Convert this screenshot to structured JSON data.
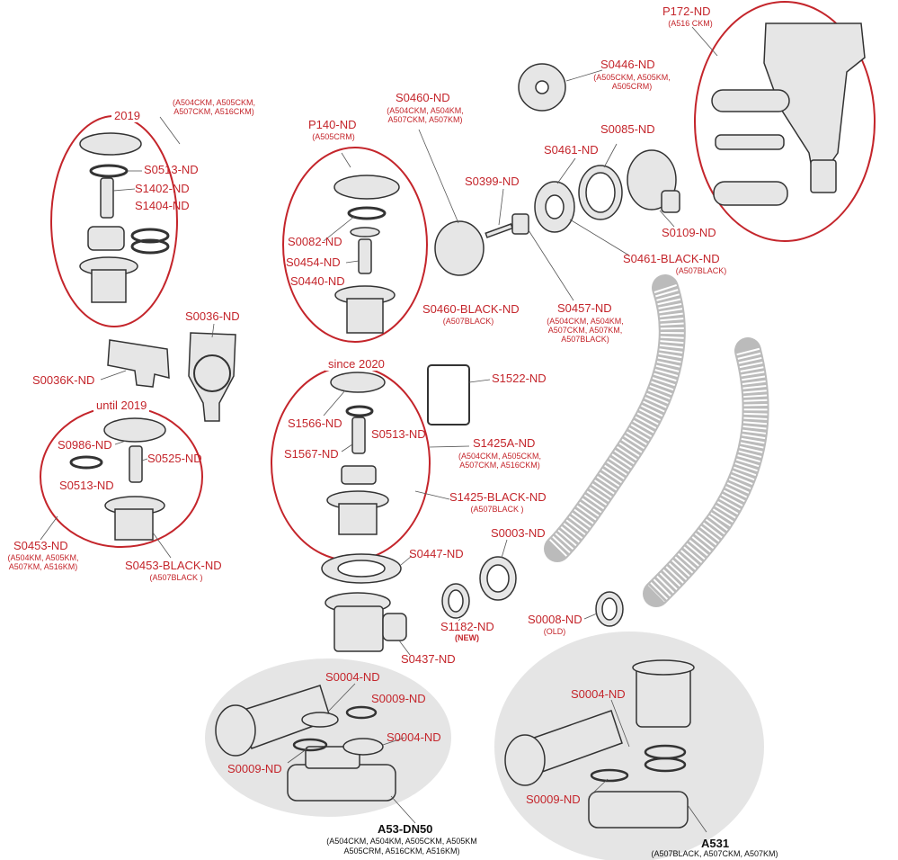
{
  "groups": {
    "g2019": "2019",
    "since2020": "since 2020",
    "until2019": "until 2019"
  },
  "parts": {
    "p172": {
      "code": "P172-ND",
      "note": "(A516 CKM)"
    },
    "s0446": {
      "code": "S0446-ND",
      "note": "(A505CKM, A505KM,\nA505CRM)"
    },
    "s0460": {
      "code": "S0460-ND",
      "note": "(A504CKM, A504KM,\nA507CKM, A507KM)"
    },
    "g2019note": "(A504CKM, A505CKM,\nA507CKM, A516CKM)",
    "p140": {
      "code": "P140-ND",
      "note": "(A505CRM)"
    },
    "s0085": "S0085-ND",
    "s0461": "S0461-ND",
    "s0399": "S0399-ND",
    "s0513a": "S0513-ND",
    "s1402": "S1402-ND",
    "s1404": "S1404-ND",
    "s0109": "S0109-ND",
    "s0082": "S0082-ND",
    "s0461b": {
      "code": "S0461-BLACK-ND",
      "note": "(A507BLACK)"
    },
    "s0454": "S0454-ND",
    "s0440": "S0440-ND",
    "s0460b": {
      "code": "S0460-BLACK-ND",
      "note": "(A507BLACK)"
    },
    "s0457": {
      "code": "S0457-ND",
      "note": "(A504CKM, A504KM,\nA507CKM, A507KM,\nA507BLACK)"
    },
    "s0036": "S0036-ND",
    "s0036k": "S0036K-ND",
    "s1522": "S1522-ND",
    "s1566": "S1566-ND",
    "s0513b": "S0513-ND",
    "s0986": "S0986-ND",
    "s0525": "S0525-ND",
    "s1567": "S1567-ND",
    "s1425a": {
      "code": "S1425A-ND",
      "note": "(A504CKM, A505CKM,\nA507CKM, A516CKM)"
    },
    "s0513c": "S0513-ND",
    "s1425b": {
      "code": "S1425-BLACK-ND",
      "note": "(A507BLACK )"
    },
    "s0453": {
      "code": "S0453-ND",
      "note": "(A504KM, A505KM,\nA507KM, A516KM)"
    },
    "s0453b": {
      "code": "S0453-BLACK-ND",
      "note": "(A507BLACK )"
    },
    "s0447": "S0447-ND",
    "s0003": "S0003-ND",
    "s1182": {
      "code": "S1182-ND",
      "note": "(NEW)"
    },
    "s0008": {
      "code": "S0008-ND",
      "note": "(OLD)"
    },
    "s0437": "S0437-ND",
    "s0004a": "S0004-ND",
    "s0009a": "S0009-ND",
    "s0004b": "S0004-ND",
    "s0009b": "S0009-ND",
    "s0004c": "S0004-ND",
    "s0009c": "S0009-ND"
  },
  "assemblies": {
    "a53": {
      "code": "A53-DN50",
      "note": "(A504CKM, A504KM, A505CKM, A505KM\nA505CRM, A516CKM, A516KM)"
    },
    "a531": {
      "code": "A531",
      "note": "(A507BLACK, A507CKM, A507KM)"
    }
  },
  "colors": {
    "accent": "#c4252b",
    "line": "#333333",
    "fill": "#e6e6e6",
    "shade": "#c8c8c8"
  }
}
